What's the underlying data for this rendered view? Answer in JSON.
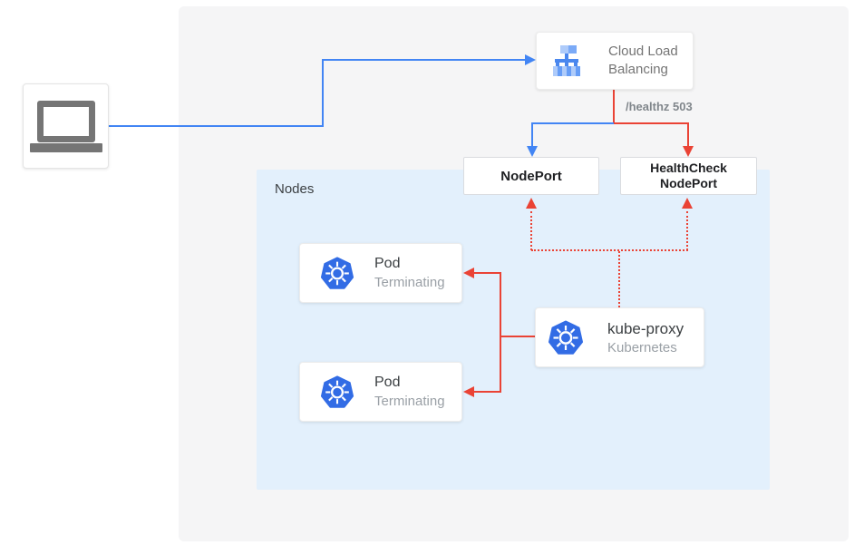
{
  "client": {
    "icon": "laptop-icon"
  },
  "cloud_load_balancing": {
    "line1": "Cloud Load",
    "line2": "Balancing",
    "icon": "load-balancer-icon"
  },
  "edge_labels": {
    "healthz": "/healthz 503"
  },
  "nodeport": {
    "label": "NodePort"
  },
  "healthcheck_nodeport": {
    "line1": "HealthCheck",
    "line2": "NodePort"
  },
  "nodes_group": {
    "label": "Nodes"
  },
  "pods": [
    {
      "title": "Pod",
      "status": "Terminating",
      "icon": "kubernetes-icon"
    },
    {
      "title": "Pod",
      "status": "Terminating",
      "icon": "kubernetes-icon"
    }
  ],
  "kube_proxy": {
    "title": "kube-proxy",
    "subtitle": "Kubernetes",
    "icon": "kubernetes-icon"
  },
  "colors": {
    "flow_blue": "#4285f4",
    "flow_red": "#ea4335",
    "nodes_bg": "#e3f0fc",
    "panel_bg": "#f5f5f6",
    "gray_text": "#757575",
    "kubernetes_blue": "#326ce5"
  }
}
